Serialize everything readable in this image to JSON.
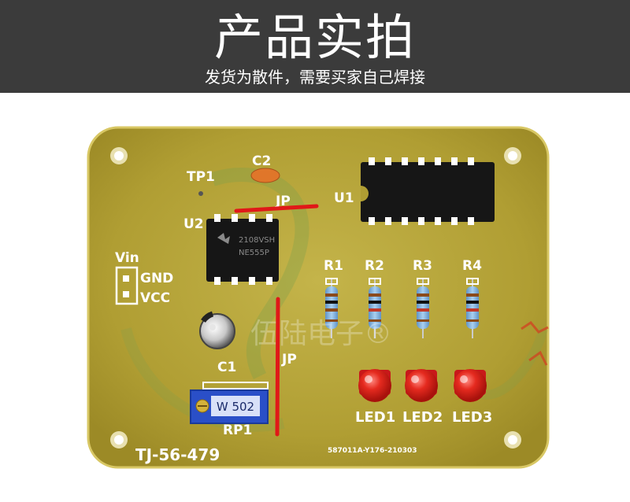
{
  "banner": {
    "title": "产品实拍",
    "subtitle": "发货为散件，需要买家自己焊接"
  },
  "board": {
    "model_label": "TJ-56-479",
    "code_label": "587011A-Y176-210303",
    "watermark": "伍陆电子®",
    "labels": {
      "tp1": "TP1",
      "c2": "C2",
      "jp_top": "JP",
      "jp_bottom": "JP",
      "u1": "U1",
      "u2": "U2",
      "vin": "Vin",
      "gnd": "GND",
      "vcc": "VCC",
      "r1": "R1",
      "r2": "R2",
      "r3": "R3",
      "r4": "R4",
      "c1": "C1",
      "rp1": "RP1",
      "led1": "LED1",
      "led2": "LED2",
      "led3": "LED3"
    },
    "chips": {
      "u2_marking_line1": "2108VSH",
      "u2_marking_line2": "NE555P",
      "pot_marking": "W 502"
    },
    "colors": {
      "pcb": "#b8a63a",
      "pcb_edge": "#d9c96a",
      "chip": "#151515",
      "led": "#e0201a",
      "pot": "#2a4fc8",
      "banner": "#3b3b3b"
    }
  }
}
